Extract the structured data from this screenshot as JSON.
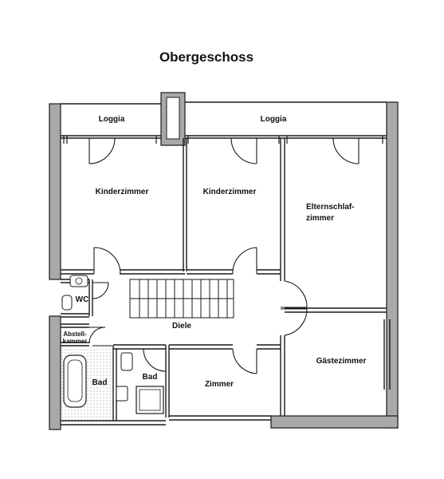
{
  "title": "Obergeschoss",
  "rooms": {
    "loggia_left": "Loggia",
    "loggia_right": "Loggia",
    "kinderzimmer_1": "Kinderzimmer",
    "kinderzimmer_2": "Kinderzimmer",
    "elternschlaf_line1": "Elternschlaf-",
    "elternschlaf_line2": "zimmer",
    "wc": "WC",
    "abstell_line1": "Abstell-",
    "abstell_line2": "kammer",
    "diele": "Diele",
    "bad_1": "Bad",
    "bad_2": "Bad",
    "zimmer": "Zimmer",
    "gaestezimmer": "Gästezimmer"
  },
  "colors": {
    "wall_fill": "#a9a9a9",
    "line": "#1a1a1a",
    "background": "#ffffff"
  }
}
